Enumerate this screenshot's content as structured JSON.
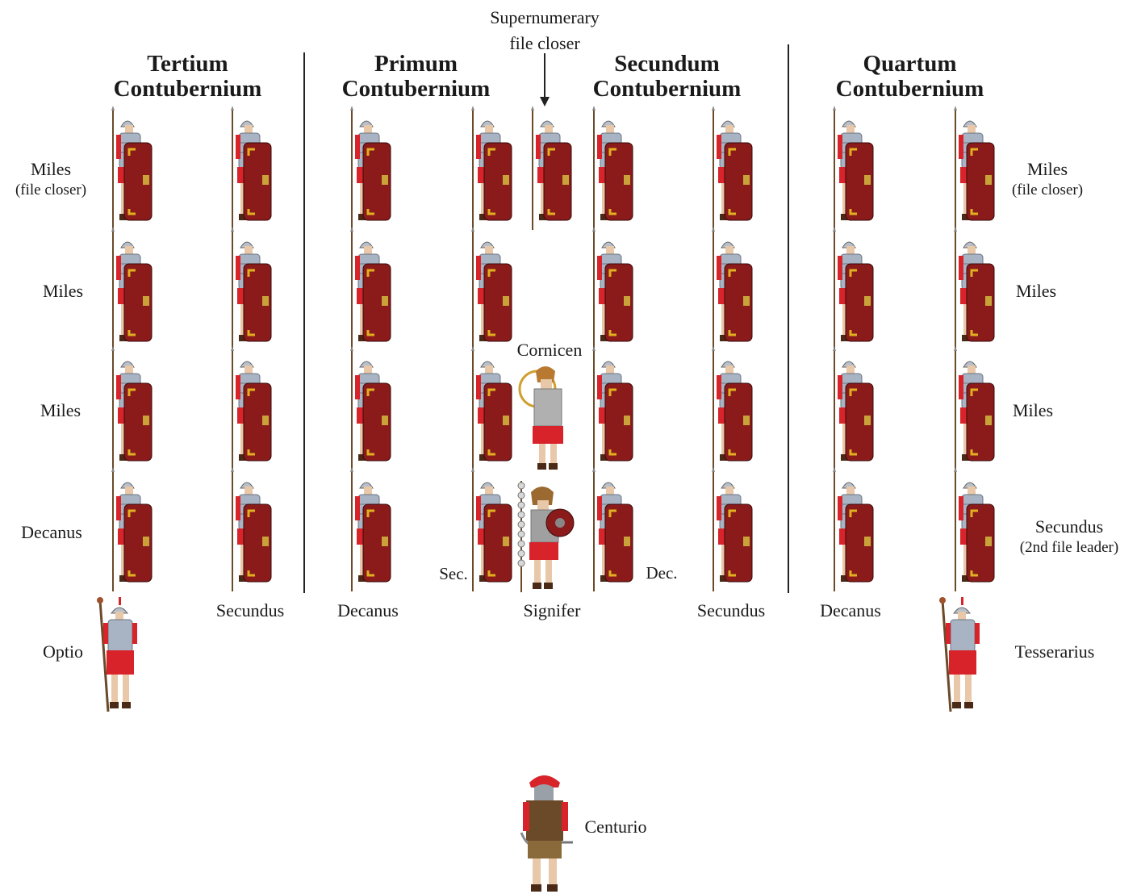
{
  "headers": {
    "tertium": [
      "Tertium",
      "Contubernium"
    ],
    "primum": [
      "Primum",
      "Contubernium"
    ],
    "secundum": [
      "Secundum",
      "Contubernium"
    ],
    "quartum": [
      "Quartum",
      "Contubernium"
    ]
  },
  "annotation": {
    "supernumerary": [
      "Supernumerary",
      "file closer"
    ]
  },
  "left_labels": {
    "row1": "Miles",
    "row1_sub": "(file closer)",
    "row2": "Miles",
    "row3": "Miles",
    "row4": "Decanus",
    "optio": "Optio"
  },
  "right_labels": {
    "row1": "Miles",
    "row1_sub": "(file closer)",
    "row2": "Miles",
    "row3": "Miles",
    "row4": "Secundus",
    "row4_sub": "(2nd file leader)",
    "tesserarius": "Tesserarius"
  },
  "bottom_labels": {
    "tertium_secundus": "Secundus",
    "primum_decanus": "Decanus",
    "signifer": "Signifer",
    "secundum_secundus": "Secundus",
    "quartum_decanus": "Decanus"
  },
  "center_labels": {
    "cornicen": "Cornicen",
    "sec": "Sec.",
    "dec": "Dec.",
    "centurio": "Centurio"
  },
  "colors": {
    "tunic": "#d8232a",
    "shield": "#8b1a1a",
    "armor": "#a8b4c4",
    "gold": "#e0b020"
  }
}
